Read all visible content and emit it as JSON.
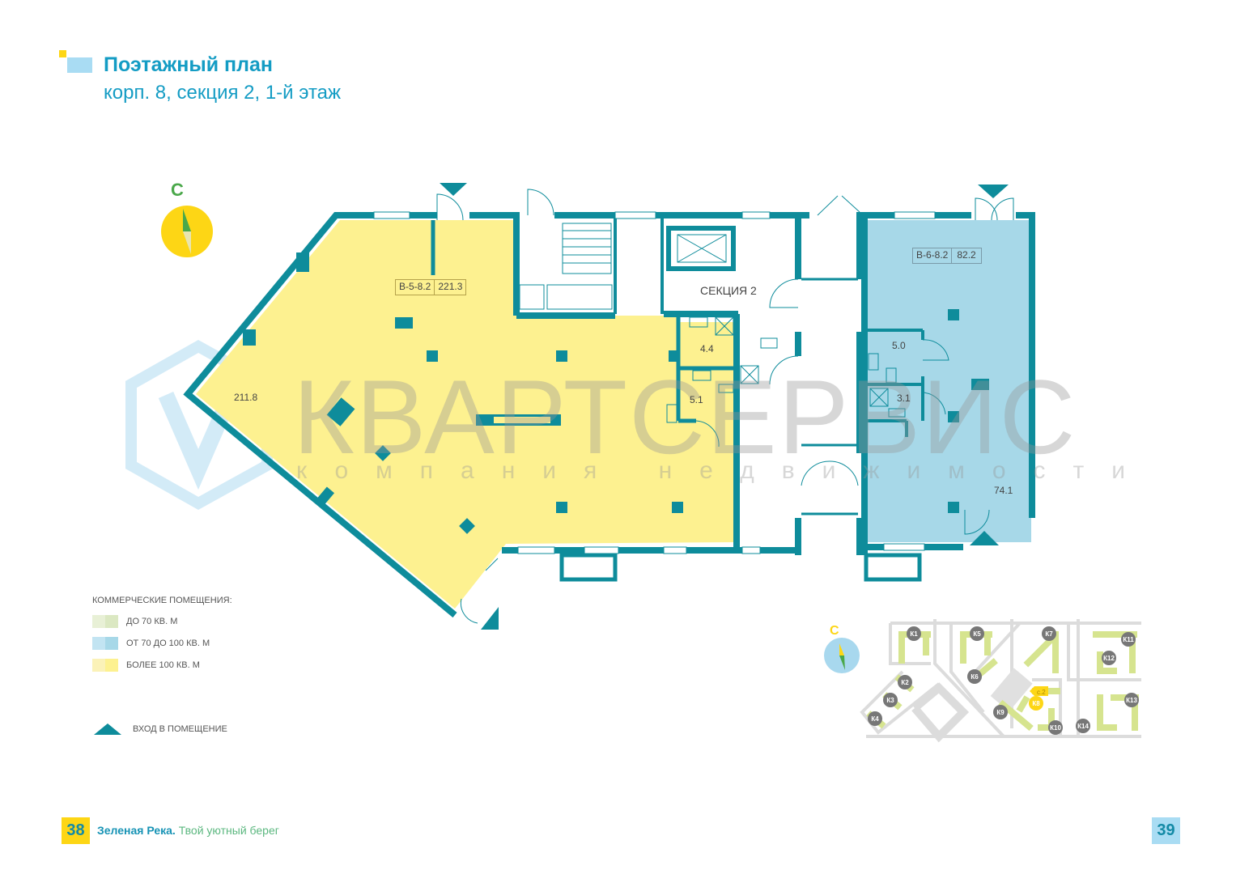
{
  "header": {
    "title": "Поэтажный план",
    "subtitle": "корп. 8, секция 2, 1-й этаж"
  },
  "compass": {
    "label": "С"
  },
  "plan": {
    "section_label": "СЕКЦИЯ 2",
    "units": [
      {
        "code": "B-5-8.2",
        "total_area": "221.3",
        "rooms": [
          "211.8",
          "4.4",
          "5.1"
        ],
        "color": "#fdf190"
      },
      {
        "code": "B-6-8.2",
        "total_area": "82.2",
        "rooms": [
          "74.1",
          "5.0",
          "3.1"
        ],
        "color": "#a7d8e8"
      }
    ]
  },
  "watermark": {
    "brand": "КВАРТСЕРВИС",
    "tagline": "компания недвижимости"
  },
  "legend": {
    "heading": "КОММЕРЧЕСКИЕ ПОМЕЩЕНИЯ:",
    "items": [
      {
        "label": "ДО 70 КВ. М",
        "color": "#dbe8c2"
      },
      {
        "label": "ОТ 70 ДО 100 КВ. М",
        "color": "#a7d8e8"
      },
      {
        "label": "БОЛЕЕ 100 КВ. М",
        "color": "#fdf190"
      }
    ],
    "entry_label": "ВХОД  В ПОМЕЩЕНИЕ"
  },
  "minimap": {
    "compass_label": "С",
    "section_tag": "с.2",
    "buildings": [
      "К1",
      "К2",
      "К3",
      "К4",
      "К5",
      "К6",
      "К7",
      "К8",
      "К9",
      "К10",
      "К11",
      "К12",
      "К13",
      "К14"
    ],
    "highlighted": "К8"
  },
  "footer": {
    "page_left": "38",
    "page_right": "39",
    "brand": "Зеленая Река.",
    "slogan": "Твой уютный берег"
  },
  "colors": {
    "wall": "#0e8c9b",
    "accent": "#149cc4",
    "yellow": "#fdd615"
  }
}
